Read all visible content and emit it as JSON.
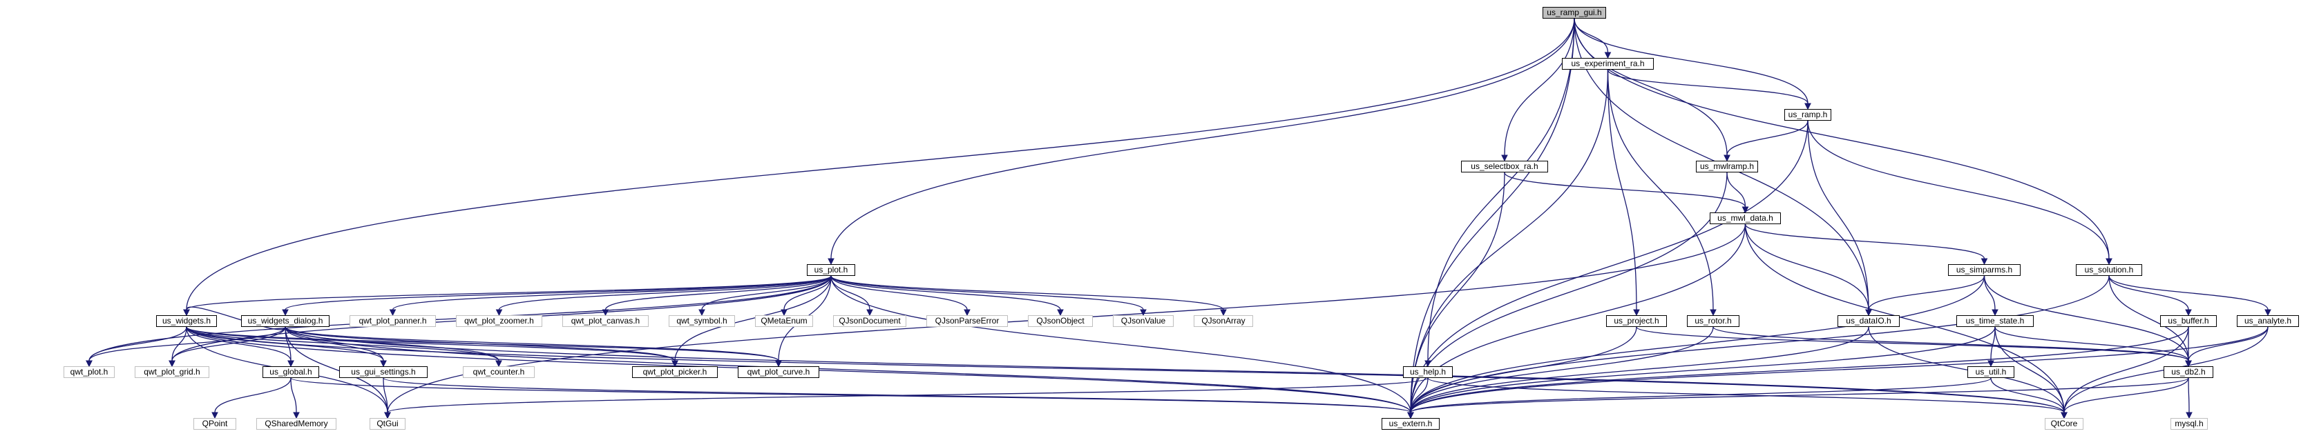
{
  "graph": {
    "nodes": {
      "us_ramp_gui_h": "us_ramp_gui.h",
      "us_experiment_ra_h": "us_experiment_ra.h",
      "us_ramp_h": "us_ramp.h",
      "us_mwlramp_h": "us_mwlramp.h",
      "us_selectbox_ra_h": "us_selectbox_ra.h",
      "us_mwl_data_h": "us_mwl_data.h",
      "us_plot_h": "us_plot.h",
      "us_simparms_h": "us_simparms.h",
      "us_solution_h": "us_solution.h",
      "us_widgets_h": "us_widgets.h",
      "us_widgets_dialog_h": "us_widgets_dialog.h",
      "qwt_plot_panner_h": "qwt_plot_panner.h",
      "qwt_plot_zoomer_h": "qwt_plot_zoomer.h",
      "qwt_plot_canvas_h": "qwt_plot_canvas.h",
      "qwt_symbol_h": "qwt_symbol.h",
      "QMetaEnum": "QMetaEnum",
      "QJsonDocument": "QJsonDocument",
      "QJsonParseError": "QJsonParseError",
      "QJsonObject": "QJsonObject",
      "QJsonValue": "QJsonValue",
      "QJsonArray": "QJsonArray",
      "us_project_h": "us_project.h",
      "us_rotor_h": "us_rotor.h",
      "us_dataIO_h": "us_dataIO.h",
      "us_time_state_h": "us_time_state.h",
      "us_buffer_h": "us_buffer.h",
      "us_analyte_h": "us_analyte.h",
      "qwt_plot_h": "qwt_plot.h",
      "qwt_plot_grid_h": "qwt_plot_grid.h",
      "us_global_h": "us_global.h",
      "us_gui_settings_h": "us_gui_settings.h",
      "qwt_counter_h": "qwt_counter.h",
      "qwt_plot_picker_h": "qwt_plot_picker.h",
      "qwt_plot_curve_h": "qwt_plot_curve.h",
      "us_help_h": "us_help.h",
      "us_util_h": "us_util.h",
      "us_db2_h": "us_db2.h",
      "QPoint": "QPoint",
      "QSharedMemory": "QSharedMemory",
      "QtGui": "QtGui",
      "us_extern_h": "us_extern.h",
      "QtCore": "QtCore",
      "mysql_h": "mysql.h"
    }
  }
}
